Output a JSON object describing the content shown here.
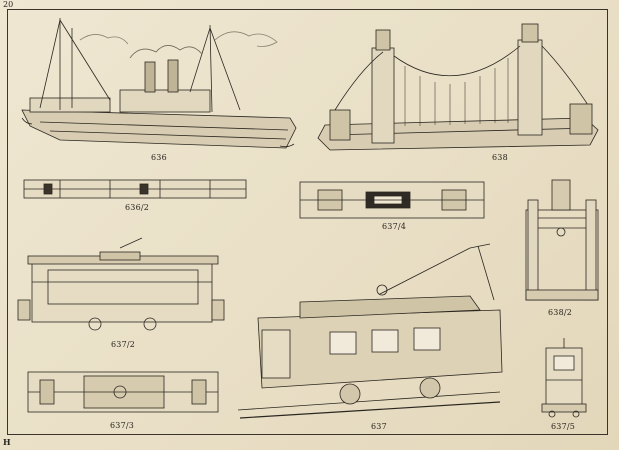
{
  "page_number": "20",
  "signature_mark": "H",
  "figures": [
    {
      "id": "fig-636",
      "label": "636"
    },
    {
      "id": "fig-638",
      "label": "638"
    },
    {
      "id": "fig-636-2",
      "label": "636/2"
    },
    {
      "id": "fig-637-4",
      "label": "637/4"
    },
    {
      "id": "fig-638-2",
      "label": "638/2"
    },
    {
      "id": "fig-637-2",
      "label": "637/2"
    },
    {
      "id": "fig-637",
      "label": "637"
    },
    {
      "id": "fig-637-3",
      "label": "637/3"
    },
    {
      "id": "fig-637-5",
      "label": "637/5"
    }
  ]
}
